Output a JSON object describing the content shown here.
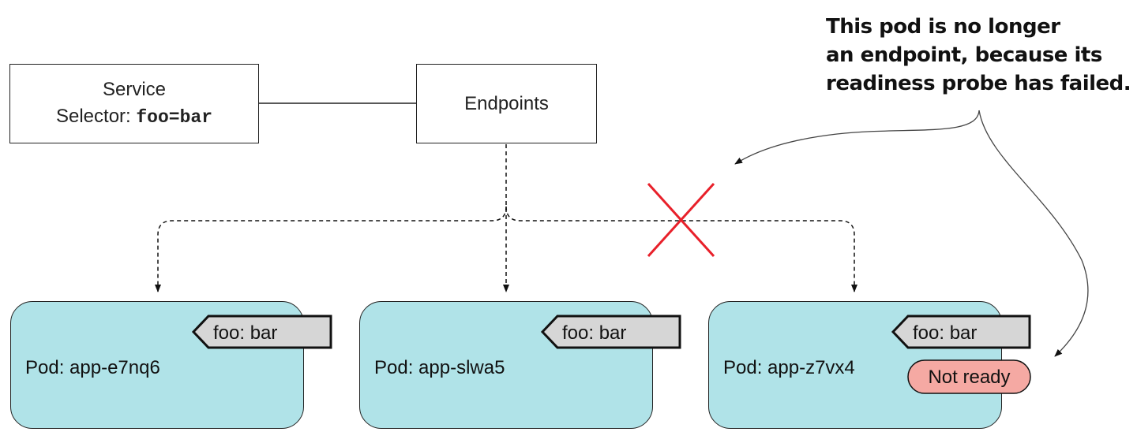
{
  "service": {
    "title": "Service",
    "selector_label": "Selector:",
    "selector_value": "foo=bar"
  },
  "endpoints": {
    "label": "Endpoints"
  },
  "pods": [
    {
      "name": "Pod: app-e7nq6",
      "label": "foo: bar",
      "status": ""
    },
    {
      "name": "Pod: app-slwa5",
      "label": "foo: bar",
      "status": ""
    },
    {
      "name": "Pod: app-z7vx4",
      "label": "foo: bar",
      "status": "Not ready"
    }
  ],
  "annotation": {
    "lines": [
      "This pod is no longer",
      "an endpoint, because its",
      "readiness probe has failed."
    ]
  },
  "colors": {
    "pod_fill": "#b0e3e8",
    "tag_fill": "#d6d6d6",
    "not_ready_fill": "#f5a9a3",
    "cross": "#e8202a"
  }
}
